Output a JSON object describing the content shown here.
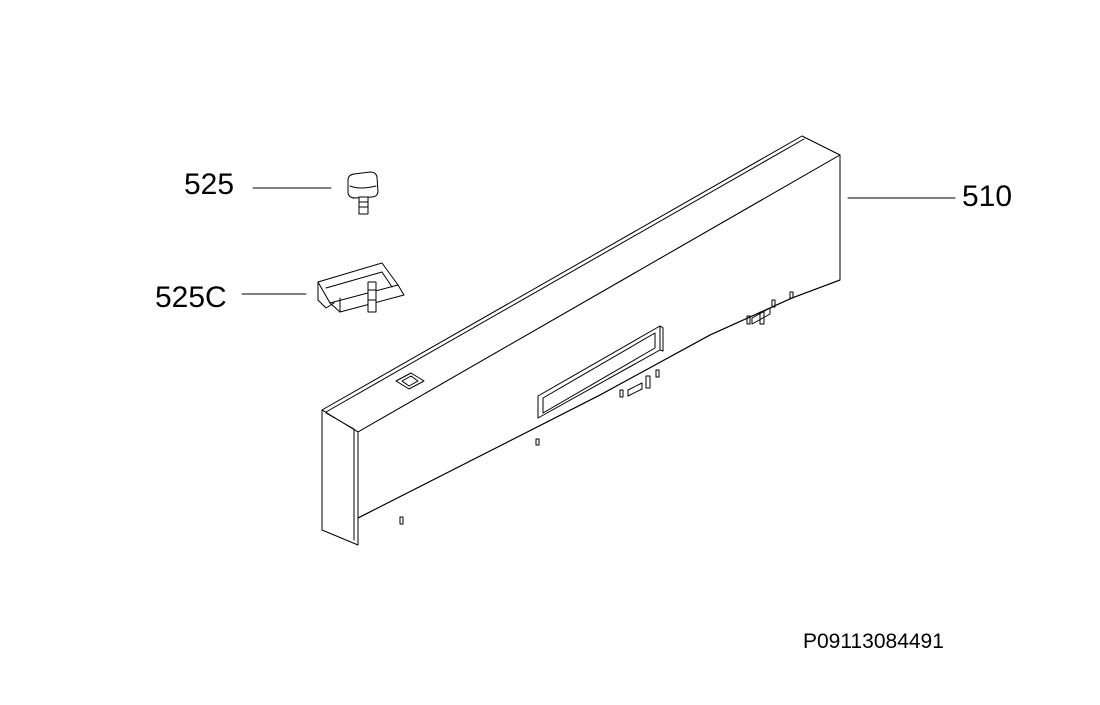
{
  "callouts": {
    "knob": "525",
    "clip": "525C",
    "panel": "510"
  },
  "drawing_number": "P09113084491",
  "colors": {
    "line": "#000000",
    "background": "#ffffff"
  }
}
